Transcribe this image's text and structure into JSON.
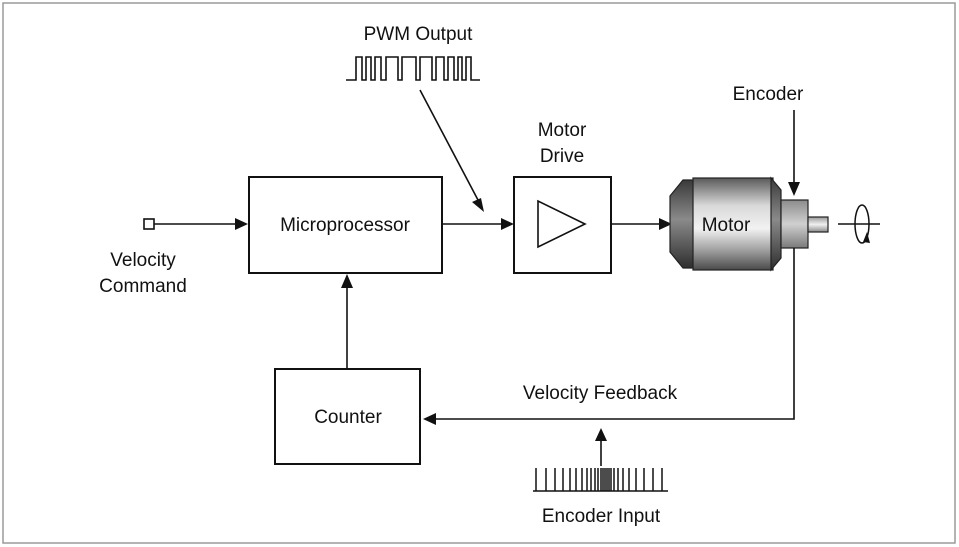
{
  "labels": {
    "pwm_output": "PWM Output",
    "motor_drive_line1": "Motor",
    "motor_drive_line2": "Drive",
    "encoder": "Encoder",
    "microprocessor": "Microprocessor",
    "motor": "Motor",
    "velocity_command_line1": "Velocity",
    "velocity_command_line2": "Command",
    "counter": "Counter",
    "velocity_feedback": "Velocity Feedback",
    "encoder_input": "Encoder Input"
  },
  "colors": {
    "stroke": "#111111",
    "frame": "#9a9a9a",
    "motor_body": "#6e6e6e",
    "encoder_shaft": "#b0b0b0"
  }
}
